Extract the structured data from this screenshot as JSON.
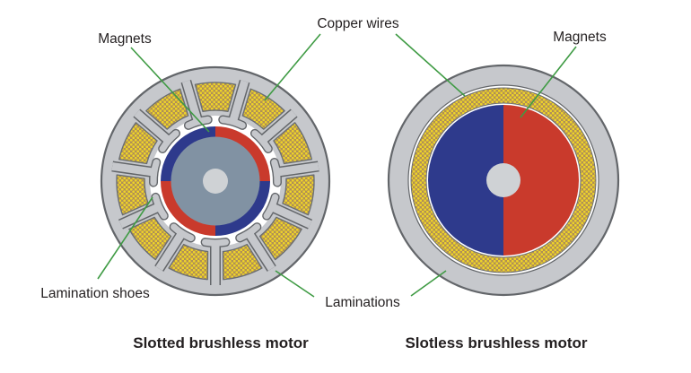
{
  "figure": {
    "labels": {
      "magnets_left": "Magnets",
      "copper_wires": "Copper wires",
      "magnets_right": "Magnets",
      "lamination_shoes": "Lamination shoes",
      "laminations": "Laminations"
    },
    "captions": {
      "left": "Slotted brushless motor",
      "right": "Slotless brushless motor"
    },
    "palette": {
      "background": "#ffffff",
      "stator_gray": "#c6c8cc",
      "outline_dark": "#63666a",
      "slot_outline": "#6b6e72",
      "copper_bg": "#b09055",
      "copper_dot": "#eed329",
      "magnet_blue": "#2e3a8c",
      "magnet_red": "#c93a2c",
      "rotor_gray": "#8192a3",
      "shaft_gray": "#cfd2d5",
      "leader_green": "#3f9b44",
      "text_color": "#231f20"
    }
  }
}
